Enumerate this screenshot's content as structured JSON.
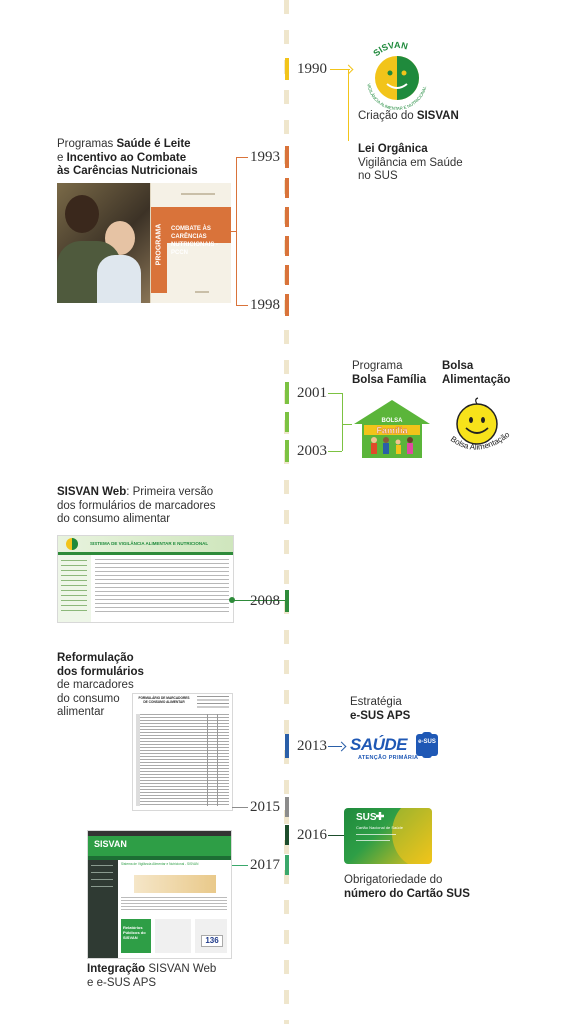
{
  "years": {
    "y1990": "1990",
    "y1993": "1993",
    "y1998": "1998",
    "y2001": "2001",
    "y2003": "2003",
    "y2008": "2008",
    "y2013": "2013",
    "y2015": "2015",
    "y2016": "2016",
    "y2017": "2017"
  },
  "events": {
    "sisvan_creation": {
      "prefix": "Criação do ",
      "bold": "SISVAN"
    },
    "lei_organica": {
      "bold": "Lei Orgânica",
      "line2": "Vigilância em Saúde",
      "line3": "no SUS"
    },
    "programas": {
      "line1_prefix": "Programas ",
      "line1_bold": "Saúde é Leite",
      "line2_prefix": "e ",
      "line2_bold": "Incentivo ao Combate",
      "line3_bold": "às Carências Nutricionais"
    },
    "bolsa_familia": {
      "line1": "Programa",
      "line2_bold": "Bolsa Família"
    },
    "bolsa_alimentacao": {
      "line1_bold": "Bolsa",
      "line2_bold": "Alimentação"
    },
    "sisvan_web": {
      "bold": "SISVAN Web",
      "line1_rest": ": Primeira versão",
      "line2": "dos formulários de marcadores",
      "line3": "do consumo alimentar"
    },
    "reformulacao": {
      "line1_bold": "Reformulação",
      "line2_bold": "dos formulários",
      "line3": "de marcadores",
      "line4": "do consumo",
      "line5": "alimentar"
    },
    "esus": {
      "line1": "Estratégia",
      "line2_bold": "e-SUS APS"
    },
    "cartao_sus": {
      "line1": "Obrigatoriedade do",
      "line2_bold": "número do Cartão SUS"
    },
    "integracao": {
      "bold": "Integração",
      "line1_rest": " SISVAN Web",
      "line2": "e e-SUS APS"
    }
  },
  "images": {
    "sisvan_logo": {
      "name": "SISVAN",
      "tagline": "VIGILÂNCIA ALIMENTAR E NUTRICIONAL"
    },
    "pccn_cover": {
      "program": "PROGRAMA",
      "title": "COMBATE ÀS CARÊNCIAS NUTRICIONAIS - PCCN"
    },
    "bolsa_familia_logo": {
      "top": "BOLSA",
      "main": "Família"
    },
    "bolsa_alimentacao_logo": {
      "text": "Bolsa Alimentação"
    },
    "sisvan_web_header": "SISTEMA DE VIGILÂNCIA ALIMENTAR E NUTRICIONAL",
    "form_title": "FORMULÁRIO DE MARCADORES DE CONSUMO ALIMENTAR",
    "saude_logo": {
      "main": "SAÚDE",
      "badge": "e-SUS",
      "sub": "ATENÇÃO PRIMÁRIA"
    },
    "cartao": {
      "title": "Cartão Nacional de Saúde",
      "sus": "SUS"
    },
    "sisvan_new": {
      "brand": "SISVAN",
      "subtitle": "Sistema de Vigilância Alimentar e Nutricional - SISVAN",
      "relatorios": "Relatórios Públicos do SISVAN",
      "counter": "136"
    }
  },
  "colors": {
    "c1990": "#f2c41a",
    "c1993": "#d9733a",
    "c2001": "#7cc242",
    "c2008": "#2e8b3a",
    "c2013": "#2a5fa8",
    "c2015": "#8c8c8c",
    "c2016": "#1d4d2c",
    "c2017": "#3aa86b",
    "axis": "#efe6cc"
  }
}
